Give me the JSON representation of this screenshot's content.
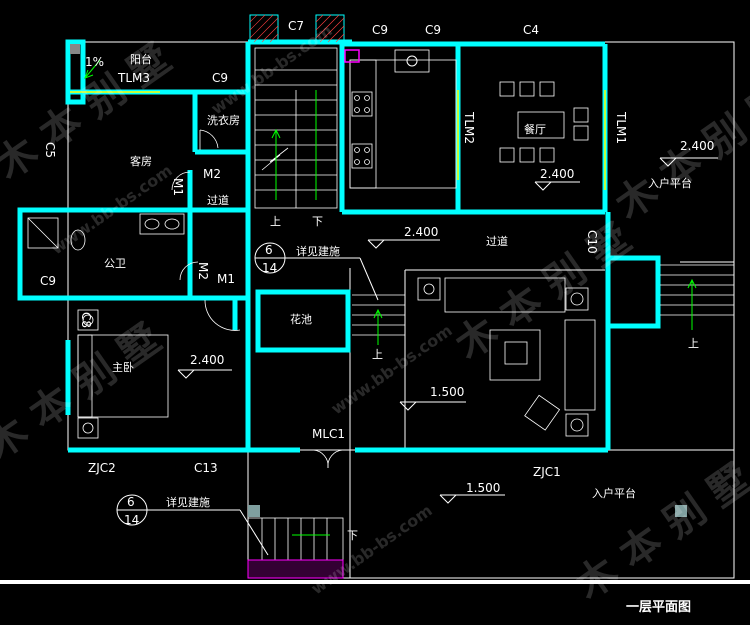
{
  "title": "一层平面图",
  "rooms": {
    "balcony": "阳台",
    "guest_room": "客房",
    "laundry": "洗衣房",
    "public_bath": "公卫",
    "master_bed": "主卧",
    "dining": "餐厅",
    "corridor1": "过道",
    "corridor2": "过道",
    "planter": "花池",
    "platform1": "入户平台",
    "platform2": "入户平台"
  },
  "doors": {
    "tlm3": "TLM3",
    "tlm2": "TLM2",
    "tlm1": "TLM1",
    "m1a": "M1",
    "m2a": "M2",
    "m2b": "M2",
    "m1b": "M1",
    "mlc1": "MLC1"
  },
  "windows": {
    "c7": "C7",
    "c9a": "C9",
    "c9b": "C9",
    "c4": "C4",
    "c9c": "C9",
    "c5": "C5",
    "c9d": "C9",
    "c10": "C10",
    "c8": "C8",
    "c13": "C13",
    "zjc2": "ZJC2",
    "zjc1": "ZJC1"
  },
  "levels": {
    "l1": "2.400",
    "l2": "2.400",
    "l3": "2.400",
    "l4": "2.400",
    "l5": "1.500",
    "l6": "1.500"
  },
  "slope": "1%",
  "stair": {
    "up": "上",
    "down": "下"
  },
  "detail_refs": [
    {
      "top": "6",
      "bottom": "14",
      "note": "详见建施"
    },
    {
      "top": "6",
      "bottom": "14",
      "note": "详见建施"
    }
  ],
  "watermark": {
    "brand": "木 本 别 墅",
    "url": "www.bb-bs.com"
  },
  "colors": {
    "wall": "#00ffff",
    "line": "#ffffff",
    "accent": "#ffff00",
    "green": "#00ff00",
    "magenta": "#ff00ff"
  }
}
